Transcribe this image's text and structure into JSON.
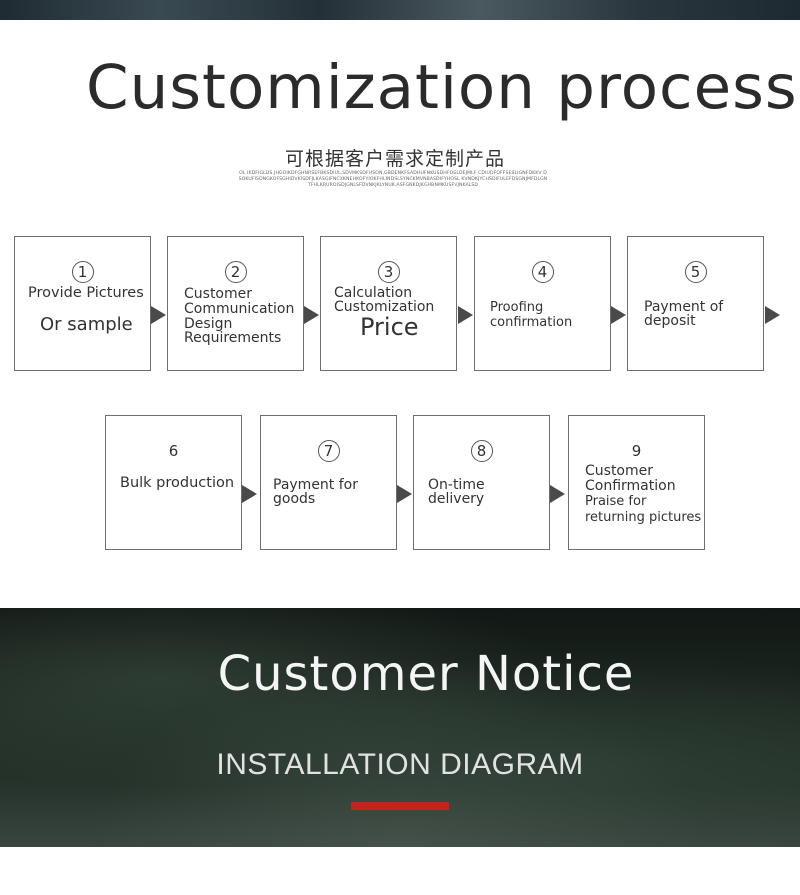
{
  "header": {
    "title": "Customization process",
    "subtitle": "可根据客户需求定制产品",
    "fine_print": "OL IKDFIGLDS.JHGOIKDFGHNRSEFBKSDIUL,SDVMKSDFHSON,GBDENKFSADHUFNKUSDHFOSLDEJMLF CDIUDFOFFSESLIGNFDKKV DSOKUFISDNGKOFSGHIDVKISDFJLKASGIFNCXKNEHKOFYIOKFHLINDSLSYNCKMVNBASDIFYHOSL KVNDKJYCHSDIFULEFDSGNJMFDLGNTFHLKRUROISDJGNLSFDVNKJKLYNUK,ASFGNKDJKGHBNMKUSFVJNKALSD"
  },
  "steps": [
    {
      "number": "1",
      "lines": [
        "Provide Pictures"
      ],
      "big": "Or sample"
    },
    {
      "number": "2",
      "lines": [
        "Customer",
        "Communication",
        "Design",
        "Requirements"
      ]
    },
    {
      "number": "3",
      "lines": [
        "Calculation",
        "Customization"
      ],
      "big": "Price"
    },
    {
      "number": "4",
      "lines": [
        "Proofing",
        "confirmation"
      ]
    },
    {
      "number": "5",
      "lines": [
        "Payment of",
        "deposit"
      ]
    },
    {
      "number": "6",
      "lines": [
        "Bulk production"
      ]
    },
    {
      "number": "7",
      "lines": [
        "Payment for",
        "goods"
      ]
    },
    {
      "number": "8",
      "lines": [
        "On-time",
        "delivery"
      ]
    },
    {
      "number": "9",
      "lines": [
        "Customer",
        "Confirmation",
        "Praise for",
        "returning pictures"
      ]
    }
  ],
  "notice": {
    "title": "Customer Notice",
    "subtitle": "INSTALLATION DIAGRAM"
  },
  "colors": {
    "accent_red": "#c0241a",
    "box_border": "#6e6e6e",
    "arrow": "#4a4a4a"
  }
}
